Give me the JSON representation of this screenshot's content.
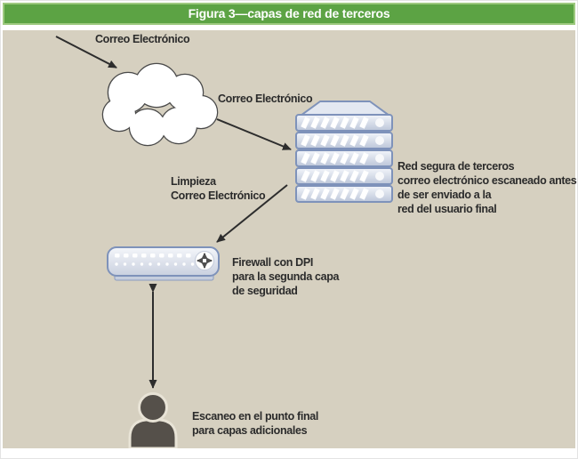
{
  "title": "Figura 3—capas de red de terceros",
  "labels": {
    "incoming_email": "Correo Electrónico",
    "email_to_servers": "Correo Electrónico",
    "cleanup": [
      "Limpieza",
      "Correo Electrónico"
    ],
    "secure_network": [
      "Red segura de terceros",
      "correo electrónico escaneado antes",
      "de ser enviado a la",
      "red del usuario final"
    ],
    "firewall": [
      "Firewall con DPI",
      "para la segunda capa",
      "de seguridad"
    ],
    "endpoint": [
      "Escaneo en el punto final",
      "para capas adicionales"
    ]
  },
  "icons": {
    "cloud": "internet-cloud-icon",
    "servers": "server-stack-icon",
    "firewall": "firewall-appliance-icon",
    "user": "end-user-icon",
    "flow": "flow-arrow-icon"
  },
  "colors": {
    "title_bar": "#5ca344",
    "title_border": "#9ec97f",
    "title_text": "#ffffff",
    "canvas_bg": "#d6d0c0",
    "label_text": "#2b2b2b",
    "device_stroke": "#7e92ba",
    "device_fill_light": "#eff2f7",
    "device_fill_dark": "#bec8da",
    "arrow": "#2d2d2d",
    "person": "#55504a"
  }
}
